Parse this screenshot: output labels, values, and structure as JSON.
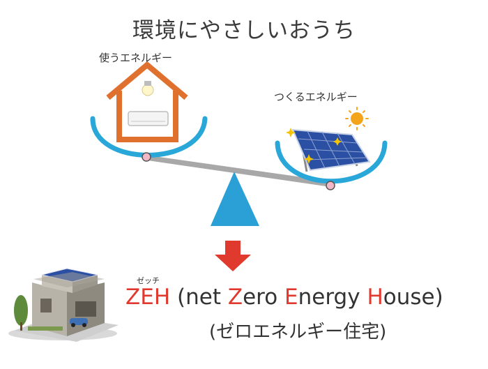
{
  "title": "環境にやさしいおうち",
  "use_energy_label": "使うエネルギー",
  "make_energy_label": "つくるエネルギー",
  "zeh": {
    "ruby": "ゼッチ",
    "abbr": "ZEH",
    "open": "(net ",
    "z": "Z",
    "ero": "ero ",
    "e": "E",
    "nergy": "nergy ",
    "h": "H",
    "ouse": "ouse)",
    "japanese": "(ゼロエネルギー住宅)"
  },
  "colors": {
    "bowl": "#29a7d8",
    "house": "#e0702e",
    "arrow": "#e03a2f",
    "fulcrum": "#2aa0d6",
    "beam": "#a8a8a8",
    "pivot": "#f2b8c8",
    "sun": "#f4a41a",
    "panel": "#2a4fa3"
  }
}
